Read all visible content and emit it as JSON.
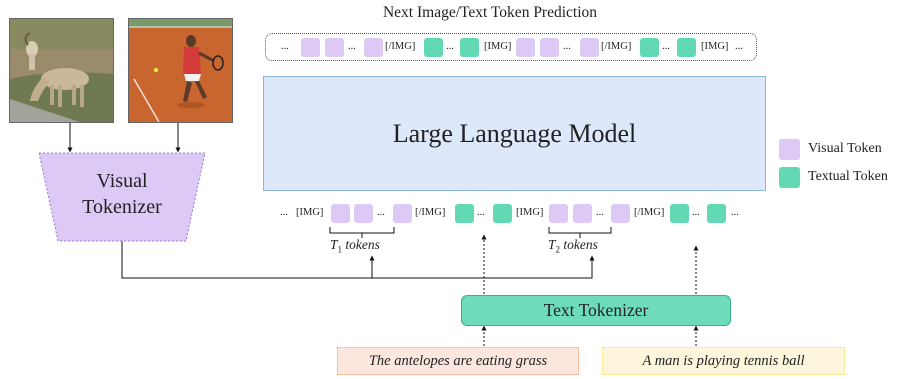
{
  "top_label": "Next Image/Text Token Prediction",
  "llm_label": "Large Language Model",
  "visual_tokenizer": {
    "line1": "Visual",
    "line2": "Tokenizer"
  },
  "text_tokenizer": "Text Tokenizer",
  "legend": {
    "visual": "Visual Token",
    "textual": "Textual Token"
  },
  "token_markers": {
    "ellipsis": "...",
    "img_open": "[IMG]",
    "img_close": "[/IMG]"
  },
  "brace_labels": {
    "t1_symbol": "T",
    "t1_sub": "1",
    "t2_symbol": "T",
    "t2_sub": "2",
    "suffix": "tokens"
  },
  "captions": {
    "first": "The antelopes are eating grass",
    "second": "A man is playing tennis ball"
  },
  "images": [
    {
      "subject": "antelopes",
      "icon": "antelope-photo"
    },
    {
      "subject": "tennis player",
      "icon": "tennis-photo"
    }
  ],
  "colors": {
    "visual_token": "#ddc9f5",
    "textual_token": "#63d8b5",
    "llm_fill": "#dde8fb",
    "llm_border": "#8bb6d8",
    "tokenizer_fill": "#dcc9f5",
    "caption1_fill": "#fbe7dd",
    "caption1_border": "#e7a886",
    "caption2_fill": "#fdf6dc",
    "caption2_border": "#ecd98a"
  }
}
